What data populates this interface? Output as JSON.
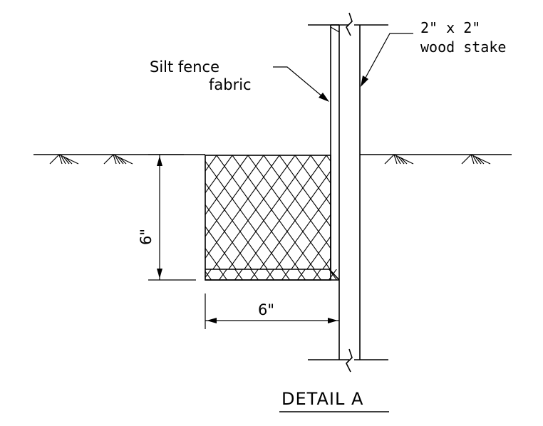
{
  "labels": {
    "fabric_line1": "Silt fence",
    "fabric_line2": "fabric",
    "stake_line1": "2\" x 2\"",
    "stake_line2": "wood stake",
    "depth_dim": "6\"",
    "width_dim": "6\"",
    "title": "DETAIL A"
  },
  "colors": {
    "ink": "#000000",
    "paper": "#ffffff"
  }
}
